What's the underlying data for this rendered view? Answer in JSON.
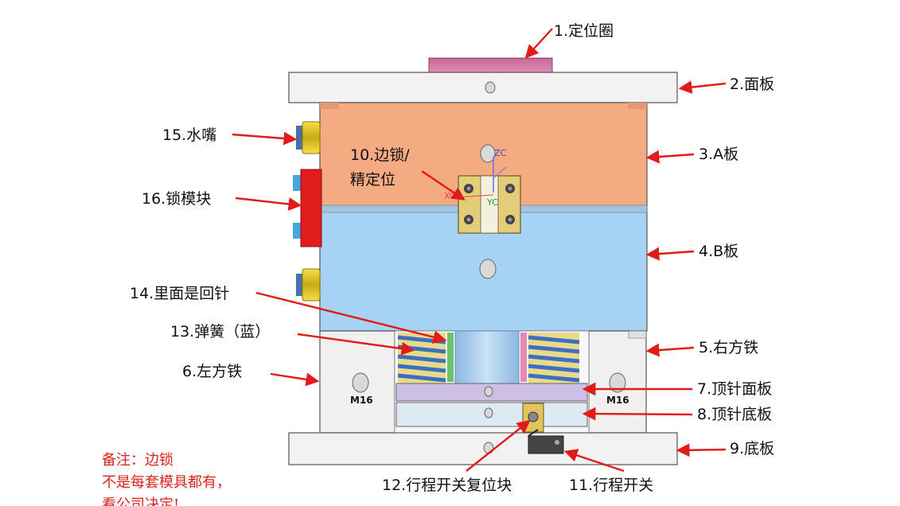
{
  "labels": {
    "l1": "1.定位圈",
    "l2": "2.面板",
    "l3": "3.A板",
    "l4": "4.B板",
    "l5": "5.右方铁",
    "l6": "6.左方铁",
    "l7": "7.顶针面板",
    "l8": "8.顶针底板",
    "l9": "9.底板",
    "l10a": "10.边锁/",
    "l10b": "精定位",
    "l11": "11.行程开关",
    "l12": "12.行程开关复位块",
    "l13": "13.弹簧（蓝）",
    "l14": "14.里面是回针",
    "l15": "15.水嘴",
    "l16": "16.锁模块"
  },
  "marks": {
    "m16_left": "M16",
    "m16_right": "M16",
    "axis_zc": "ZC",
    "axis_yc": "YC",
    "axis_xc": "XC"
  },
  "note": {
    "line1": "备注：边锁",
    "line2": "不是每套模具都有，",
    "line3": "看公司决定!"
  },
  "colors": {
    "arrow": "#e11a1a",
    "a_plate": "#f4ab82",
    "b_plate": "#a6d3f3",
    "locating_ring": "#d0739e",
    "spring": "#3d6fc0",
    "note": "#d9241b"
  }
}
